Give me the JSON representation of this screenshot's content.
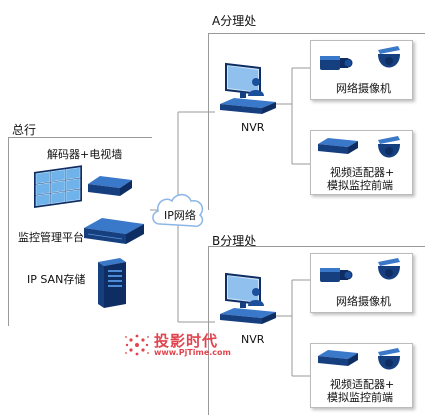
{
  "hq": {
    "title": "总行",
    "decoder_label": "解码器+电视墙",
    "platform_label": "监控管理平台",
    "storage_label": "IP  SAN存储"
  },
  "cloud_label": "IP网络",
  "branch_a": {
    "title": "A分理处",
    "nvr_label": "NVR",
    "camera_label": "网络摄像机",
    "adapter_label_line1": "视频适配器+",
    "adapter_label_line2": "模拟监控前端"
  },
  "branch_b": {
    "title": "B分理处",
    "nvr_label": "NVR",
    "camera_label": "网络摄像机",
    "adapter_label_line1": "视频适配器+",
    "adapter_label_line2": "模拟监控前端"
  },
  "watermark": {
    "text": "投影时代",
    "url": "www.PjTime.com"
  },
  "colors": {
    "device_blue": "#1b4f9c",
    "line_gray": "#9a9a9a",
    "watermark_red": "#e0454f"
  }
}
